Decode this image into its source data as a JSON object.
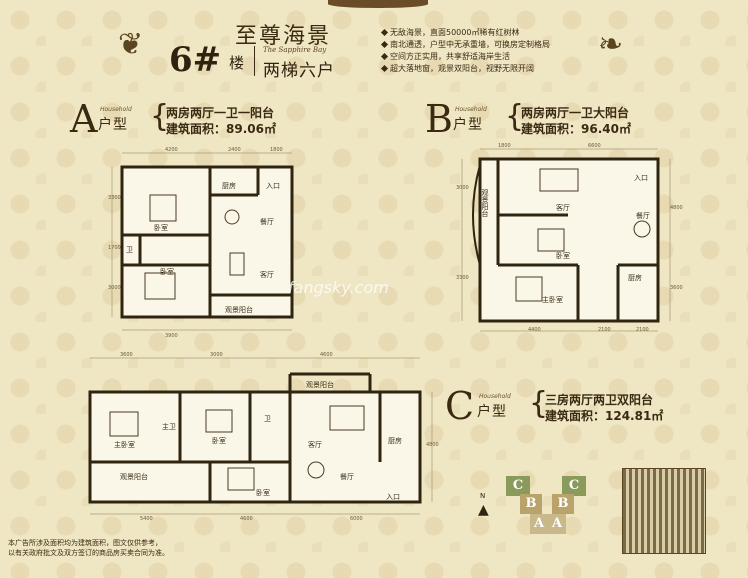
{
  "header": {
    "title": "至尊海景",
    "building_num": "6#",
    "building_suffix": "楼",
    "subtitle_en": "The Sapphire Bay",
    "units": "两梯六户",
    "features": [
      "无敌海景，直面50000㎡稀有红树林",
      "南北通透，户型中无承重墙，可换房定制格局",
      "空间方正实用，共享舒适海岸生活",
      "超大落地窗，观景双阳台，视野无限开阔"
    ]
  },
  "unit_a": {
    "letter": "A",
    "household": "Household",
    "type_label": "户型",
    "desc": "两房两厅一卫一阳台",
    "area": "建筑面积：89.06㎡",
    "rooms": [
      "厨房",
      "入口",
      "卧室",
      "餐厅",
      "卫",
      "卧室",
      "客厅",
      "观景阳台"
    ],
    "dims": [
      "4200",
      "2400",
      "1800",
      "3900",
      "3300",
      "1700",
      "3000"
    ]
  },
  "unit_b": {
    "letter": "B",
    "household": "Household",
    "type_label": "户型",
    "desc": "两房两厅一卫大阳台",
    "area": "建筑面积：96.40㎡",
    "rooms": [
      "观景阳台",
      "入口",
      "客厅",
      "餐厅",
      "卧室",
      "厨房",
      "主卧室"
    ],
    "dims": [
      "1800",
      "6600",
      "3000",
      "4400",
      "2100",
      "2100",
      "4800",
      "3300",
      "3600"
    ]
  },
  "unit_c": {
    "letter": "C",
    "household": "Household",
    "type_label": "户型",
    "desc": "三房两厅两卫双阳台",
    "area": "建筑面积：124.81㎡",
    "rooms": [
      "观景阳台",
      "主卫",
      "卧室",
      "卫",
      "主卧室",
      "卧室",
      "客厅",
      "厨房",
      "观景阳台",
      "卧室",
      "餐厅",
      "入口"
    ],
    "dims": [
      "3600",
      "3000",
      "4600",
      "5400",
      "4600",
      "6000",
      "4800"
    ]
  },
  "site_plan": {
    "labels": [
      "C",
      "C",
      "B",
      "B",
      "A",
      "A"
    ]
  },
  "footer": {
    "disclaimer": "本广告所涉及面积均为建筑面积，图文仅供参考，",
    "disclaimer2": "以有关政府批文及双方签订的商品房买卖合同为准。"
  },
  "watermark": "fangsky.com",
  "colors": {
    "background": "#efe6c4",
    "ink": "#3a2a12",
    "accent": "#5b4420"
  }
}
